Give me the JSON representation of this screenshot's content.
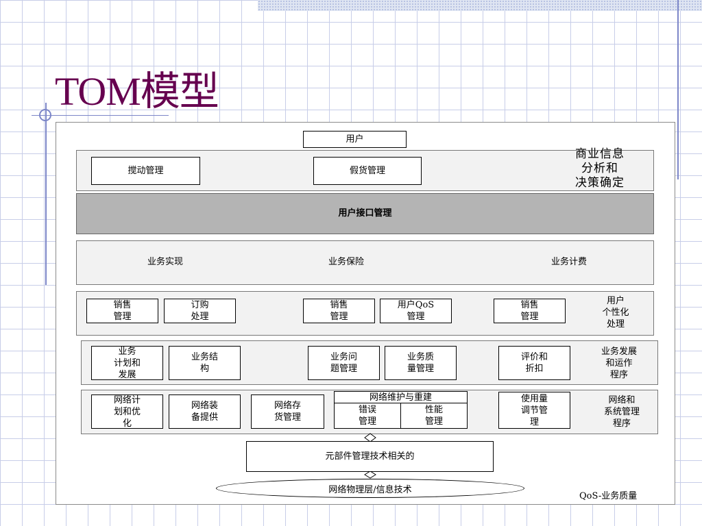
{
  "title": "TOM模型",
  "diagram": {
    "user": "用户",
    "biz_info": "商业信息\n分析和\n决策确定",
    "row1": {
      "left": "搅动管理",
      "right": "假货管理"
    },
    "uim": "用户接口管理",
    "biz_row": {
      "a": "业务实现",
      "b": "业务保险",
      "c": "业务计费"
    },
    "row4": {
      "sales1": "销售\n管理",
      "order": "订购\n处理",
      "sales2": "销售\n管理",
      "qos": "用户QoS\n管理",
      "sales3": "销售\n管理",
      "label": "用户\n个性化\n处理"
    },
    "row5": {
      "plan": "业务\n计划和\n发展",
      "struct": "业务结\n构",
      "problem": "业务问\n题管理",
      "quality": "业务质\n量管理",
      "rating": "评价和\n折扣",
      "label": "业务发展\n和运作\n程序"
    },
    "row6": {
      "netplan": "网络计\n划和优\n化",
      "equip": "网络装\n备提供",
      "stock": "网络存\n货管理",
      "maint": "网络维护与重建",
      "err": "错误\n管理",
      "perf": "性能\n管理",
      "usage": "使用量\n调节管\n理",
      "label": "网络和\n系统管理\n程序"
    },
    "element": "元部件管理技术相关的",
    "physical": "网络物理层/信息技术",
    "footnote": "QoS-业务质量"
  }
}
